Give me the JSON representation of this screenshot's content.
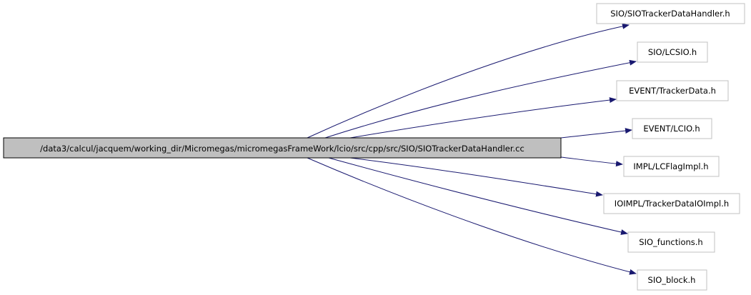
{
  "diagram": {
    "type": "include-dependency-graph",
    "colors": {
      "root_fill": "#bfbfbf",
      "root_stroke": "#000000",
      "node_fill": "#ffffff",
      "node_stroke": "#c0c0c0",
      "edge": "#191970",
      "text": "#000000"
    },
    "root": {
      "id": "root",
      "label": "/data3/calcul/jacquem/working_dir/Micromegas/micromegasFrameWork/lcio/src/cpp/src/SIO/SIOTrackerDataHandler.cc"
    },
    "includes": [
      {
        "id": "sio-siotrackerdatahandler-h",
        "label": "SIO/SIOTrackerDataHandler.h"
      },
      {
        "id": "sio-lcsio-h",
        "label": "SIO/LCSIO.h"
      },
      {
        "id": "event-trackerdata-h",
        "label": "EVENT/TrackerData.h"
      },
      {
        "id": "event-lcio-h",
        "label": "EVENT/LCIO.h"
      },
      {
        "id": "impl-lcflagimpl-h",
        "label": "IMPL/LCFlagImpl.h"
      },
      {
        "id": "ioimpl-trackerdataioimpl-h",
        "label": "IOIMPL/TrackerDataIOImpl.h"
      },
      {
        "id": "sio-functions-h",
        "label": "SIO_functions.h"
      },
      {
        "id": "sio-block-h",
        "label": "SIO_block.h"
      }
    ]
  }
}
